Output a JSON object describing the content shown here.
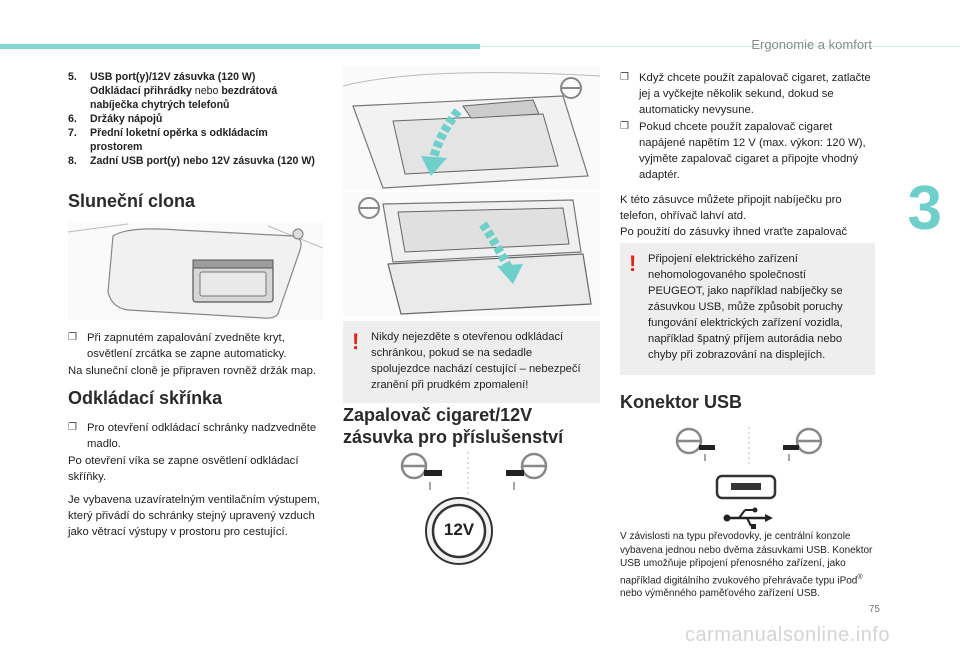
{
  "header": {
    "title": "Ergonomie a komfort"
  },
  "chapter": "3",
  "page_number": "75",
  "watermark": "carmanualsonline.info",
  "left": {
    "list": [
      {
        "num": "5.",
        "parts": [
          "USB port(y)/12V zásuvka (120 W)"
        ]
      },
      {
        "num": "",
        "parts": [
          "Odkládací přihrádky",
          " nebo ",
          "bezdrátová nabíječka chytrých telefonů"
        ]
      },
      {
        "num": "6.",
        "parts": [
          "Držáky nápojů"
        ]
      },
      {
        "num": "7.",
        "parts": [
          "Přední loketní opěrka s odkládacím prostorem"
        ]
      },
      {
        "num": "8.",
        "parts": [
          "Zadní USB port(y) nebo 12V zásuvka (120 W)"
        ]
      }
    ],
    "visor": {
      "heading": "Sluneční clona",
      "bullet": "Při zapnutém zapalování zvedněte kryt, osvětlení zrcátka se zapne automaticky.",
      "para": "Na sluneční cloně je připraven rovněž držák map."
    },
    "glovebox": {
      "heading": "Odkládací skřínka",
      "bullet": "Pro otevření odkládací schránky nadzvedněte madlo.",
      "para1": "Po otevření víka se zapne osvětlení odkládací skříňky.",
      "para2": "Je vybavena uzavíratelným ventilačním výstupem, který přivádí do schránky stejný upravený vzduch jako větrací výstupy v prostoru pro cestující."
    }
  },
  "middle": {
    "warning": "Nikdy nejezděte s otevřenou odkládací schránkou, pokud se na sedadle spolujezdce nachází cestující – nebezpečí zranění při prudkém zpomalení!",
    "lighter": {
      "heading_line1": "Zapalovač cigaret/12V",
      "heading_line2": "zásuvka pro příslušenství",
      "socket_label": "12V"
    }
  },
  "right": {
    "bullet1": "Když chcete použít zapalovač cigaret, zatlačte jej a vyčkejte několik sekund, dokud se automaticky nevysune.",
    "bullet2": "Pokud chcete použít zapalovač cigaret napájené napětím 12 V (max. výkon: 120 W), vyjměte zapalovač cigaret a připojte vhodný adaptér.",
    "para1": "K této zásuvce můžete připojit nabíječku pro telefon, ohřívač lahví atd.",
    "para2": "Po použití do zásuvky ihned vraťte zapalovač cigaret.",
    "warning": "Připojení elektrického zařízení nehomologovaného společností PEUGEOT, jako například nabíječky se zásuvkou USB, může způsobit poruchy fungování elektrických zařízení vozidla, například špatný příjem autorádia nebo chyby při zobrazování na displejích.",
    "usb": {
      "heading": "Konektor USB",
      "para_before": "V závislosti na typu převodovky, je centrální konzole vybavena jednou nebo dvěma zásuvkami USB. Konektor USB umožňuje připojení přenosného zařízení, jako například digitálního zvukového přehrávače typu iPod",
      "reg": "®",
      "para_after": " nebo výměnného paměťového zařízení USB."
    }
  },
  "icons": {
    "bullet": "box-arrow-icon",
    "warning": "exclamation-icon"
  },
  "colors": {
    "accent": "#6fcfcb",
    "warning": "#e2231a",
    "panel": "#eeeeee"
  }
}
